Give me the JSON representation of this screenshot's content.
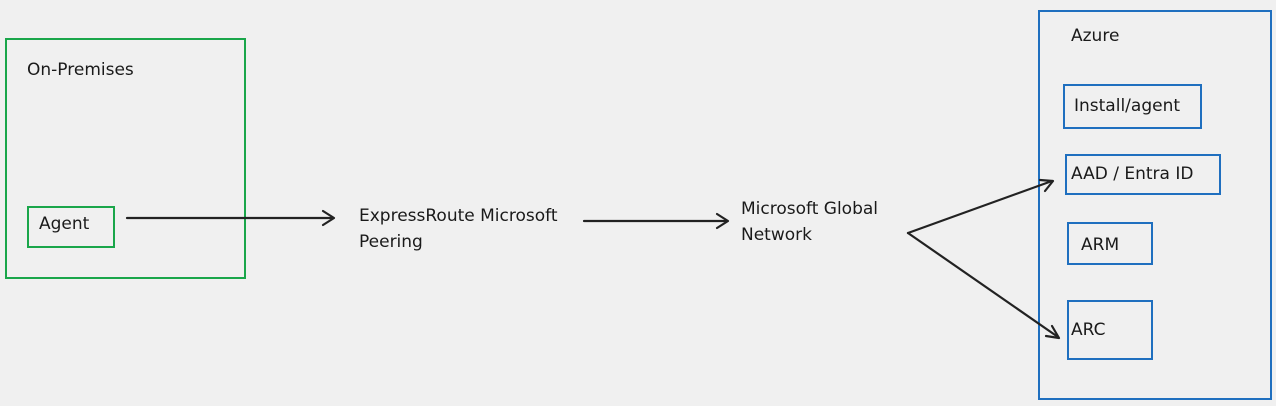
{
  "on_premises": {
    "title": "On-Premises",
    "agent_label": "Agent"
  },
  "expressroute": {
    "label": "ExpressRoute Microsoft Peering"
  },
  "global_network": {
    "label": "Microsoft Global Network"
  },
  "azure": {
    "title": "Azure",
    "services": [
      {
        "label": "Install/agent"
      },
      {
        "label": "AAD / Entra ID"
      },
      {
        "label": "ARM"
      },
      {
        "label": "ARC"
      }
    ]
  },
  "colors": {
    "on_premises_border": "#1aa64a",
    "azure_border": "#1f6fbf",
    "arrow": "#222222",
    "background": "#f0f0f0"
  }
}
